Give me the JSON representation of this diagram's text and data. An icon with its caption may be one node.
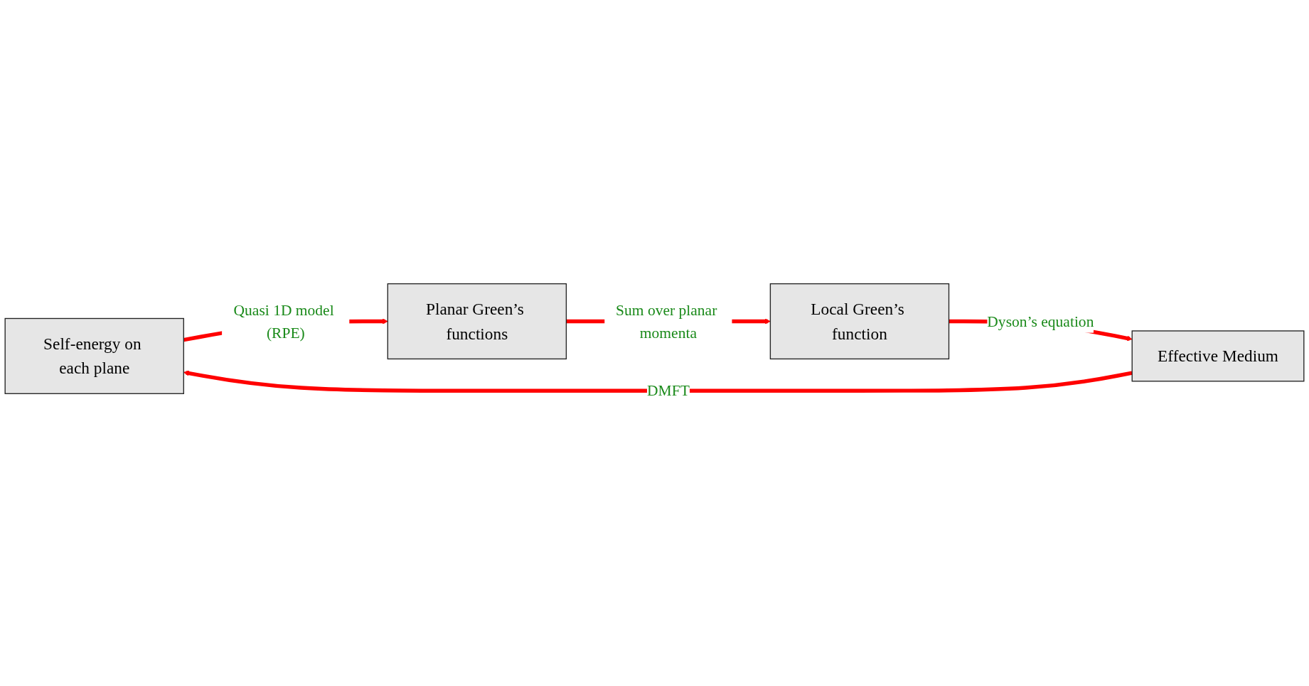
{
  "diagram": {
    "nodes": [
      {
        "text": [
          "Self-energy on each plane"
        ]
      },
      {
        "text": [
          "Planar Green’s functions"
        ]
      },
      {
        "text": [
          "Local Green’s function"
        ]
      },
      {
        "text": [
          "Effective Medium"
        ]
      }
    ],
    "edges": [
      {
        "from": 0,
        "to": 1,
        "arrow": "to",
        "label": "Quasi 1D model (RPE)"
      },
      {
        "from": 1,
        "to": 2,
        "arrow": "to",
        "label": "Sum over planar momenta"
      },
      {
        "from": 2,
        "to": 3,
        "arrow": "to",
        "label": "Dyson’s equation"
      },
      {
        "from": 3,
        "to": 0,
        "arrow": "to",
        "label": "DMFT"
      }
    ]
  }
}
